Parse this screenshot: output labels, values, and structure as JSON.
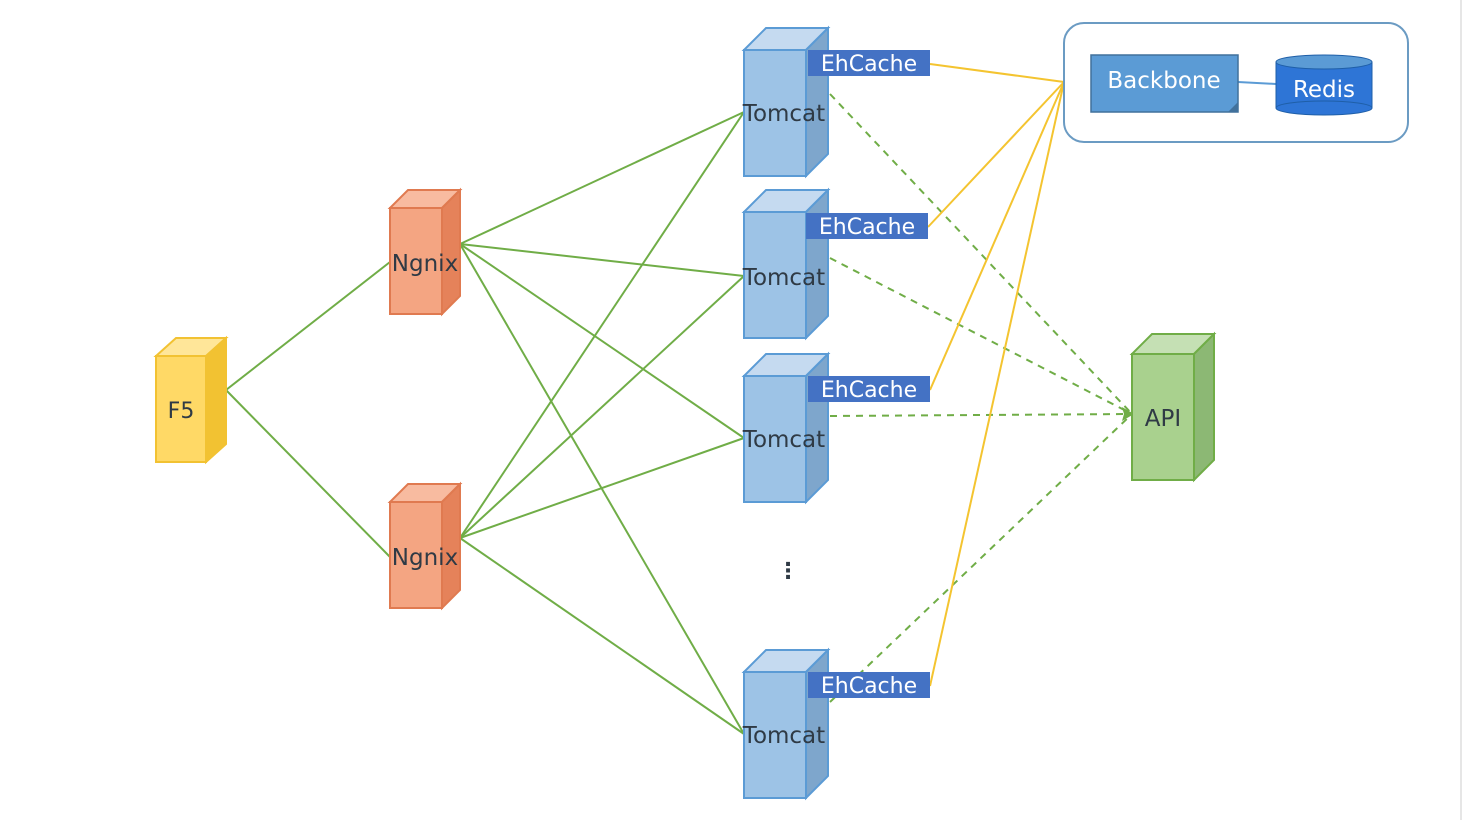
{
  "nodes": {
    "f5": "F5",
    "ngnix_top": "Ngnix",
    "ngnix_bottom": "Ngnix",
    "tomcat_1": "Tomcat",
    "tomcat_2": "Tomcat",
    "tomcat_3": "Tomcat",
    "tomcat_4": "Tomcat",
    "ehcache_1": "EhCache",
    "ehcache_2": "EhCache",
    "ehcache_3": "EhCache",
    "ehcache_4": "EhCache",
    "ellipsis": "⋮",
    "backbone": "Backbone",
    "redis": "Redis",
    "api": "API"
  },
  "colors": {
    "f5": "#ffd966",
    "ngnix": "#f4a582",
    "tomcat": "#9dc3e6",
    "ehcache": "#4472c4",
    "backbone": "#5b9bd5",
    "redis": "#2e75d6",
    "api": "#a9d18e",
    "green_link": "#70ad47",
    "gold_link": "#f4c430",
    "group_border": "#6b9bc3"
  }
}
